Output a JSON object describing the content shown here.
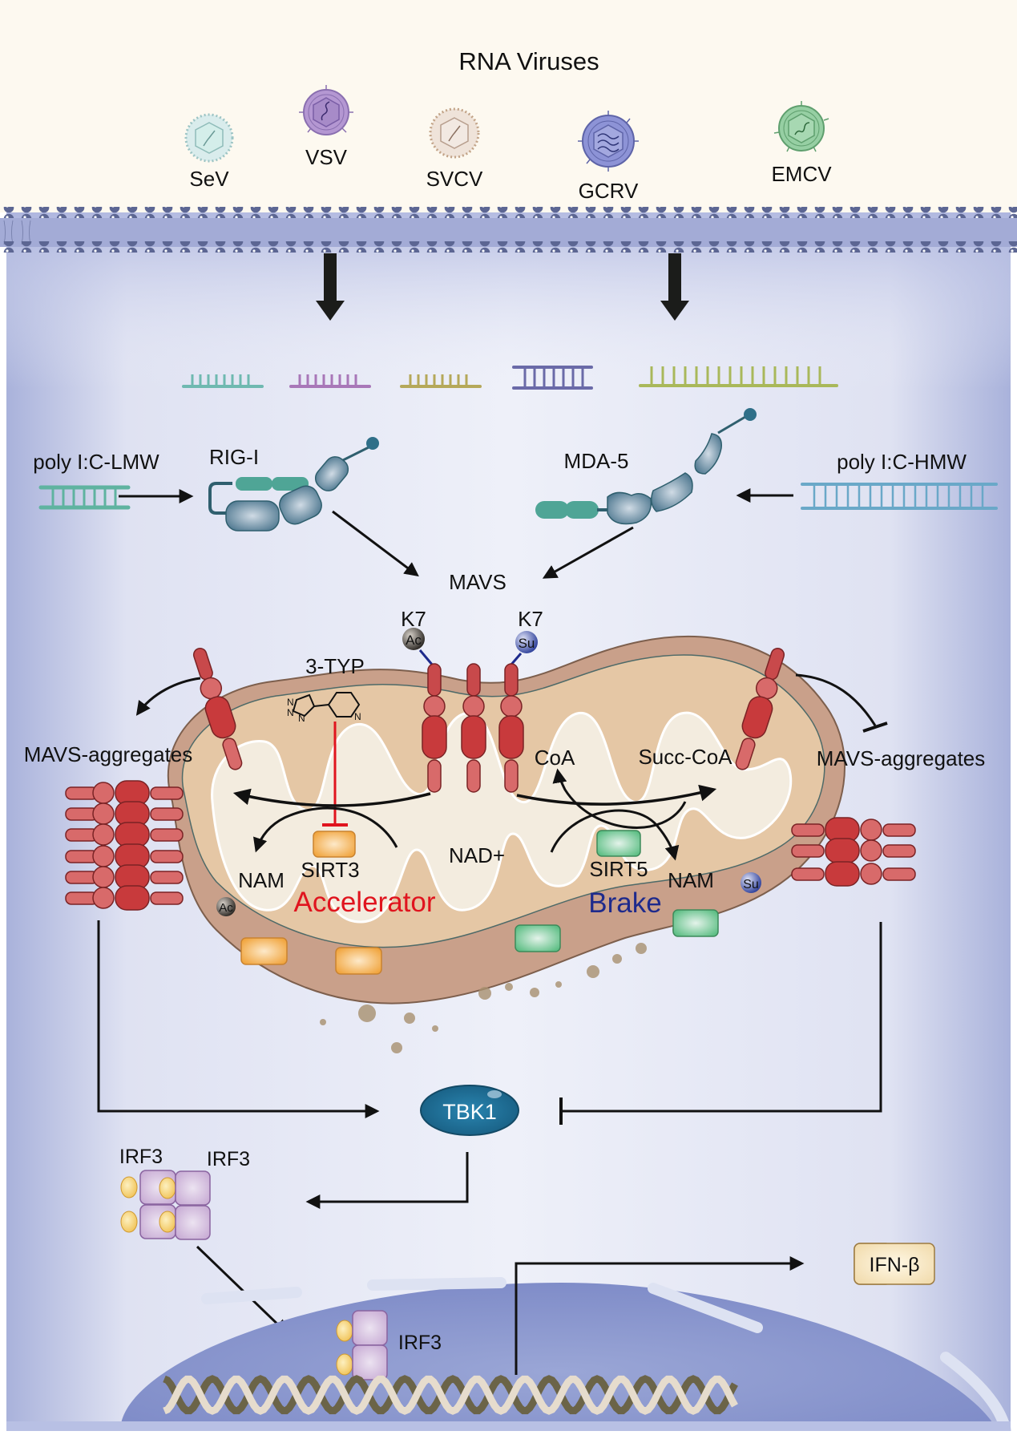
{
  "title": "RNA Viruses",
  "viruses": [
    {
      "name": "SeV",
      "color": "#bfe3e0"
    },
    {
      "name": "VSV",
      "color": "#a98ac8"
    },
    {
      "name": "SVCV",
      "color": "#e8d6c6"
    },
    {
      "name": "GCRV",
      "color": "#8a8fd0"
    },
    {
      "name": "EMCV",
      "color": "#8cc79a"
    }
  ],
  "rna_strand_colors": [
    "#6fb9b0",
    "#a877b8",
    "#b5a85a",
    "#6a6aa8",
    "#a9b85a"
  ],
  "sensors": {
    "ligand_left": "poly I:C-LMW",
    "sensor_left": "RIG-I",
    "sensor_right": "MDA-5",
    "ligand_right": "poly I:C-HMW",
    "adaptor": "MAVS"
  },
  "modifications": {
    "left_site": "K7",
    "left_mark": "Ac",
    "right_site": "K7",
    "right_mark": "Su"
  },
  "inhibitor": "3-TYP",
  "aggregates_left": "MAVS-aggregates",
  "aggregates_right": "MAVS-aggregates",
  "mito": {
    "sirt3": "SIRT3",
    "nam_left": "NAM",
    "ac_small": "Ac",
    "accelerator": "Accelerator",
    "nad": "NAD+",
    "coa": "CoA",
    "succ_coa": "Succ-CoA",
    "sirt5": "SIRT5",
    "nam_right": "NAM",
    "su_small": "Su",
    "brake": "Brake"
  },
  "downstream": {
    "tbk1": "TBK1",
    "irf3_a": "IRF3",
    "irf3_b": "IRF3",
    "irf3_nuclear": "IRF3",
    "ifn": "IFN-β"
  },
  "colors": {
    "accelerator": "#e0141e",
    "brake": "#1e2a8c",
    "inhibitor_line": "#e0141e",
    "mavs": "#c83a3c",
    "sirt3": "#f4b860",
    "sirt5": "#7fcf9c",
    "tbk1": "#1f6f98",
    "irf3": "#d9c4e0"
  }
}
